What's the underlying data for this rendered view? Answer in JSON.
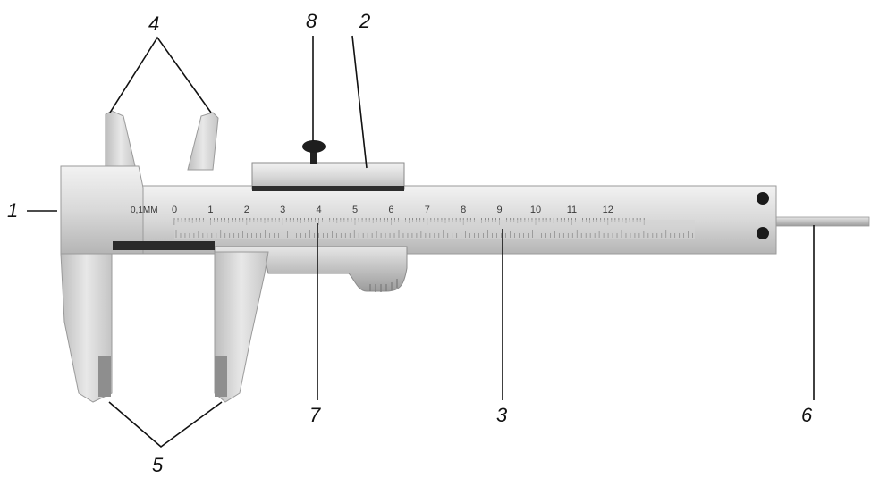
{
  "diagram": {
    "unit_label": "0,1MM",
    "scale_numbers": [
      "0",
      "1",
      "2",
      "3",
      "4",
      "5",
      "6",
      "7",
      "8",
      "9",
      "10",
      "11",
      "12"
    ],
    "callouts": {
      "c1": "1",
      "c2": "2",
      "c3": "3",
      "c4": "4",
      "c5": "5",
      "c6": "6",
      "c7": "7",
      "c8": "8"
    }
  }
}
